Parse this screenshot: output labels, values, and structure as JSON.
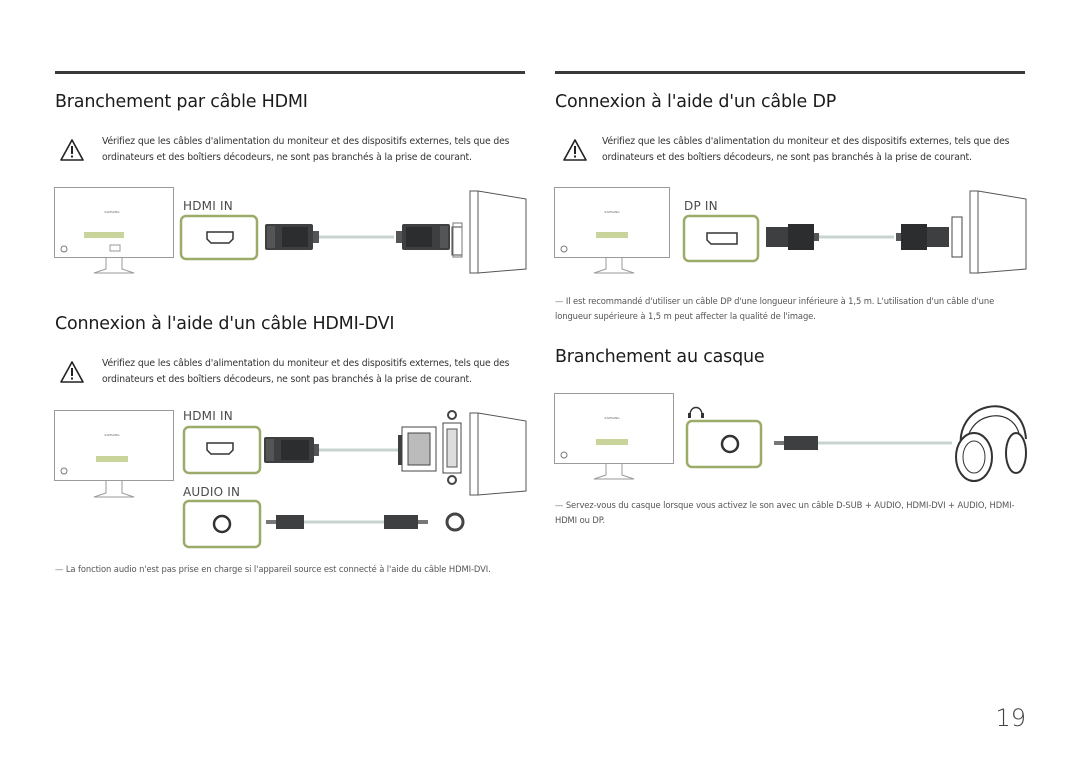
{
  "sections": {
    "hdmi": {
      "title": "Branchement par câble HDMI",
      "port_label": "HDMI IN"
    },
    "dp": {
      "title": "Connexion à l'aide d'un câble DP",
      "port_label": "DP IN",
      "note": "Il est recommandé d'utiliser un câble DP d'une longueur inférieure à 1,5 m. L'utilisation d'un câble d'une longueur supérieure à 1,5 m peut affecter la qualité de l'image."
    },
    "hdmi_dvi": {
      "title": "Connexion à l'aide d'un câble HDMI-DVI",
      "port_label": "HDMI IN",
      "audio_label": "AUDIO IN",
      "note": "La fonction audio n'est pas prise en charge si l'appareil source est connecté à l'aide du câble HDMI-DVI."
    },
    "headphone": {
      "title": "Branchement au casque",
      "note": "Servez-vous du casque lorsque vous activez le son avec un câble D-SUB + AUDIO, HDMI-DVI + AUDIO, HDMI-HDMI ou DP."
    }
  },
  "warning_text": "Vérifiez que les câbles d'alimentation du moniteur et des dispositifs externes, tels que des ordinateurs et des boîtiers décodeurs, ne sont pas branchés à la prise de courant.",
  "page_number": "19",
  "colors": {
    "port_frame": "#9aab6a",
    "cable": "#c9d4d0",
    "dark_connector": "#3d3f40"
  }
}
